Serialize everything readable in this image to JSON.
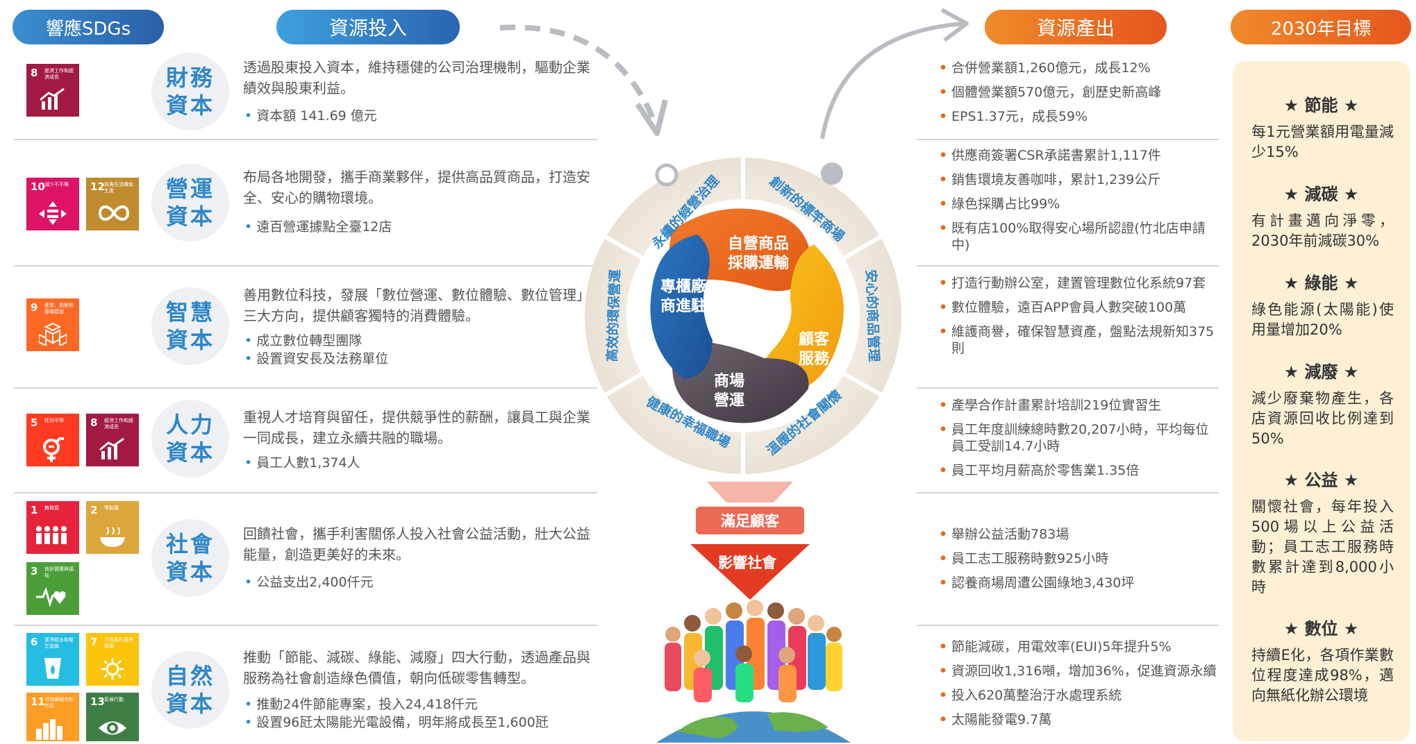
{
  "headers": {
    "sdgs": "響應SDGs",
    "input": "資源投入",
    "output": "資源產出",
    "goals": "2030年目標"
  },
  "colors": {
    "blue": "#2f86c8",
    "orange": "#e8661f",
    "sdg8": "#a21942",
    "sdg10": "#dd1367",
    "sdg12": "#bf8b2e",
    "sdg9": "#fd6925",
    "sdg5": "#ff3a21",
    "sdg1": "#e5243b",
    "sdg2": "#dda63a",
    "sdg3": "#4c9f38",
    "sdg6": "#26bde2",
    "sdg7": "#fcc30b",
    "sdg11": "#fd9d24",
    "sdg13": "#3f7e44"
  },
  "sdg_labels": {
    "g8": "經濟工作和經濟成長",
    "g10": "減少不平等",
    "g12": "負責任消費和生產",
    "g9": "產業、創新和基礎建設",
    "g5": "性別平等",
    "g1": "無貧窮",
    "g2": "零飢餓",
    "g3": "良好健康與福祉",
    "g6": "潔淨飲水和衛生設施",
    "g7": "可負擔的潔淨能源",
    "g11": "可持續城市和社區",
    "g13": "氣候行動"
  },
  "capitals": [
    {
      "line1": "財務",
      "line2": "資本",
      "desc": "透過股東投入資本，維持穩健的公司治理機制，驅動企業績效與股東利益。",
      "bullets": [
        "資本額 141.69 億元"
      ],
      "outputs": [
        "合併營業額1,260億元，成長12%",
        "個體營業額570億元，創歷史新高峰",
        "EPS1.37元，成長59%"
      ]
    },
    {
      "line1": "營運",
      "line2": "資本",
      "desc": "布局各地開發，攜手商業夥伴，提供高品質商品，打造安全、安心的購物環境。",
      "bullets": [
        "遠百營運據點全臺12店"
      ],
      "outputs": [
        "供應商簽署CSR承諾書累計1,117件",
        "銷售環境友善咖啡，累計1,239公斤",
        "綠色採購占比99%",
        "既有店100%取得安心場所認證(竹北店申請中)"
      ]
    },
    {
      "line1": "智慧",
      "line2": "資本",
      "desc": "善用數位科技，發展「數位營運、數位體驗、數位管理」三大方向，提供顧客獨特的消費體驗。",
      "bullets": [
        "成立數位轉型團隊",
        "設置資安長及法務單位"
      ],
      "outputs": [
        "打造行動辦公室，建置管理數位化系統97套",
        "數位體驗，遠百APP會員人數突破100萬",
        "維護商譽，確保智慧資產，盤點法規新知375則"
      ]
    },
    {
      "line1": "人力",
      "line2": "資本",
      "desc": "重視人才培育與留任，提供競爭性的薪酬，讓員工與企業一同成長，建立永續共融的職場。",
      "bullets": [
        "員工人數1,374人"
      ],
      "outputs": [
        "產學合作計畫累計培訓219位實習生",
        "員工年度訓練總時數20,207小時，平均每位員工受訓14.7小時",
        "員工平均月薪高於零售業1.35倍"
      ]
    },
    {
      "line1": "社會",
      "line2": "資本",
      "desc": "回饋社會，攜手利害關係人投入社會公益活動，壯大公益能量，創造更美好的未來。",
      "bullets": [
        "公益支出2,400仟元"
      ],
      "outputs": [
        "舉辦公益活動783場",
        "員工志工服務時數925小時",
        "認養商場周遭公園綠地3,430坪"
      ]
    },
    {
      "line1": "自然",
      "line2": "資本",
      "desc": "推動「節能、減碳、綠能、減廢」四大行動，透過產品與服務為社會創造綠色價值，朝向低碳零售轉型。",
      "bullets": [
        "推動24件節能專案，投入24,418仟元",
        "設置96瓩太陽能光電設備，明年將成長至1,600瓩"
      ],
      "outputs": [
        "節能減碳，用電效率(EUI)5年提升5%",
        "資源回收1,316噸，增加36%，促進資源永續",
        "投入620萬整治汙水處理系統",
        "太陽能發電9.7萬"
      ]
    }
  ],
  "wheel": {
    "ring": [
      "永續的經營治理",
      "創新的標竿商場",
      "安心的商品管理",
      "溫暖的社會關懷",
      "健康的幸福職場",
      "高效的環保營運"
    ],
    "petals": {
      "top": "自營商品採購運輸",
      "left": "專櫃廠商進駐",
      "right": "顧客服務",
      "bottom": "商場營運"
    },
    "top_line1": "自營商品",
    "top_line2": "採購運輸",
    "left_line1": "專櫃廠",
    "left_line2": "商進駐",
    "right_line1": "顧客",
    "right_line2": "服務",
    "bottom_line1": "商場",
    "bottom_line2": "營運"
  },
  "funnel": {
    "a": "滿足顧客",
    "b": "影響社會"
  },
  "goals": [
    {
      "title": "★ 節能 ★",
      "desc": "每1元營業額用電量減少15%"
    },
    {
      "title": "★ 減碳 ★",
      "desc": "有計畫邁向淨零，2030年前減碳30%"
    },
    {
      "title": "★ 綠能 ★",
      "desc": "綠色能源(太陽能)使用量增加20%"
    },
    {
      "title": "★ 減廢 ★",
      "desc": "減少廢棄物產生，各店資源回收比例達到50%"
    },
    {
      "title": "★ 公益 ★",
      "desc": "關懷社會，每年投入500場以上公益活動；員工志工服務時數累計達到8,000小時"
    },
    {
      "title": "★ 數位 ★",
      "desc": "持續E化，各項作業數位程度達成98%，邁向無紙化辦公環境"
    }
  ]
}
